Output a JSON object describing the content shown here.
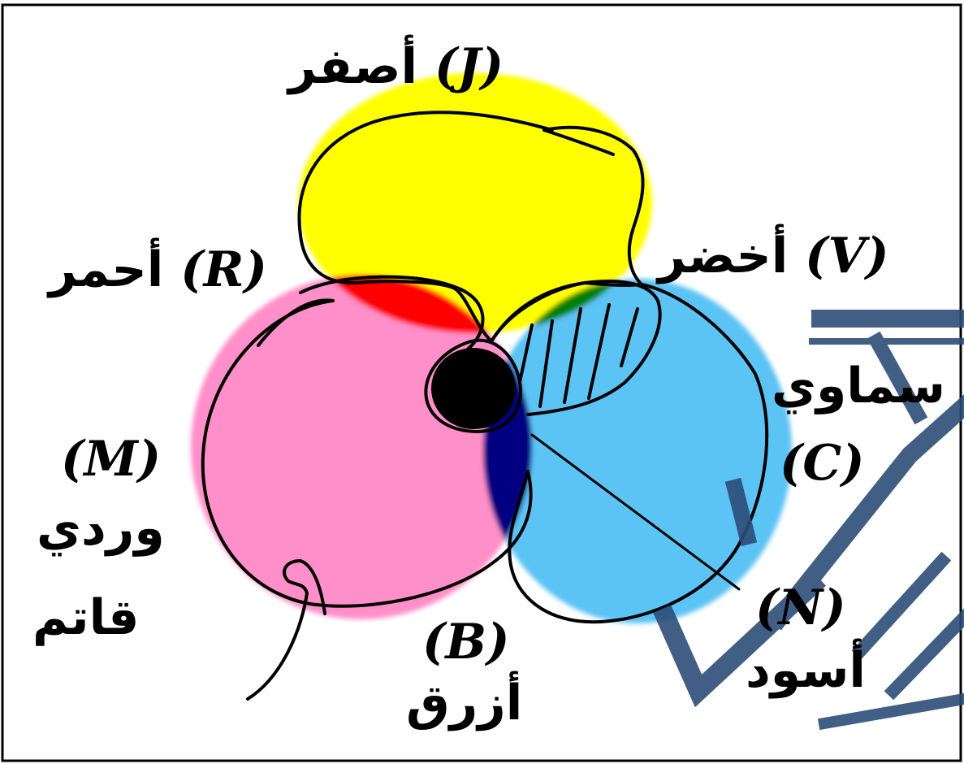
{
  "colors": {
    "yellow": "#ffff00",
    "red": "#ff0000",
    "green": "#008000",
    "cyan": "#5bc3f5",
    "magenta": "#ff8fc8",
    "blue": "#000080",
    "black": "#000000",
    "watermark": "#2d4d78",
    "frame": "#000000"
  },
  "labels": {
    "yellow": {
      "code": "(J)",
      "name": "أصفر"
    },
    "red": {
      "code": "(R)",
      "name": "أحمر"
    },
    "green": {
      "code": "(V)",
      "name": "أخضر"
    },
    "cyan": {
      "code": "(C)",
      "name": "سماوي"
    },
    "magenta": {
      "code": "(M)",
      "name_line1": "وردي",
      "name_line2": "قاتم"
    },
    "blue": {
      "code": "(B)",
      "name": "أزرق"
    },
    "black": {
      "code": "(N)",
      "name": "أسود"
    }
  },
  "watermark_icon": "logo-watermark"
}
